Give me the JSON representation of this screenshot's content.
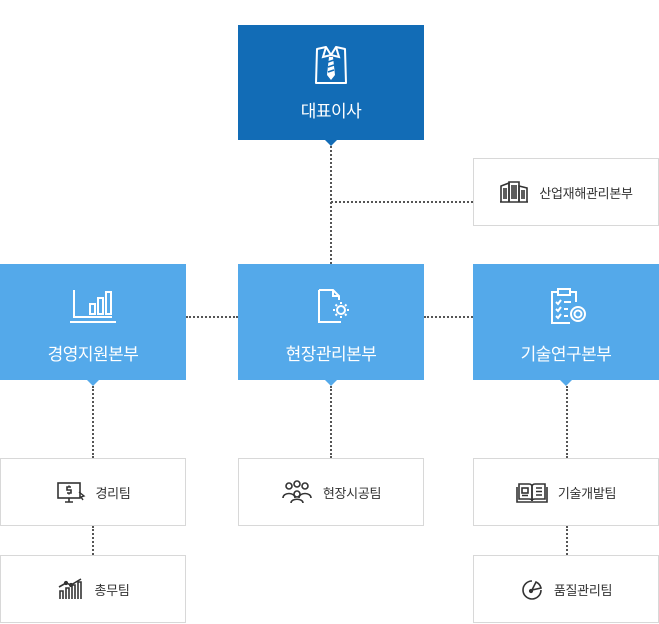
{
  "ceo": {
    "label": "대표이사",
    "icon": "shirt-tie-icon"
  },
  "side_unit": {
    "label": "산업재해관리본부",
    "icon": "building-icon"
  },
  "divisions": [
    {
      "label": "경영지원본부",
      "icon": "monitor-chart-icon"
    },
    {
      "label": "현장관리본부",
      "icon": "document-gear-icon"
    },
    {
      "label": "기술연구본부",
      "icon": "clipboard-gear-icon"
    }
  ],
  "teams": {
    "accounting": {
      "label": "경리팀",
      "icon": "dollar-monitor-icon"
    },
    "general_affairs": {
      "label": "총무팀",
      "icon": "growth-chart-icon"
    },
    "site_construction": {
      "label": "현장시공팀",
      "icon": "team-people-icon"
    },
    "tech_dev": {
      "label": "기술개발팀",
      "icon": "open-book-icon"
    },
    "quality": {
      "label": "품질관리팀",
      "icon": "pie-chart-icon"
    }
  },
  "colors": {
    "ceo_fill": "#126cb6",
    "division_fill": "#54a9ea",
    "team_border": "#d8d8d8",
    "connector": "#555555",
    "text_dark": "#333333"
  }
}
